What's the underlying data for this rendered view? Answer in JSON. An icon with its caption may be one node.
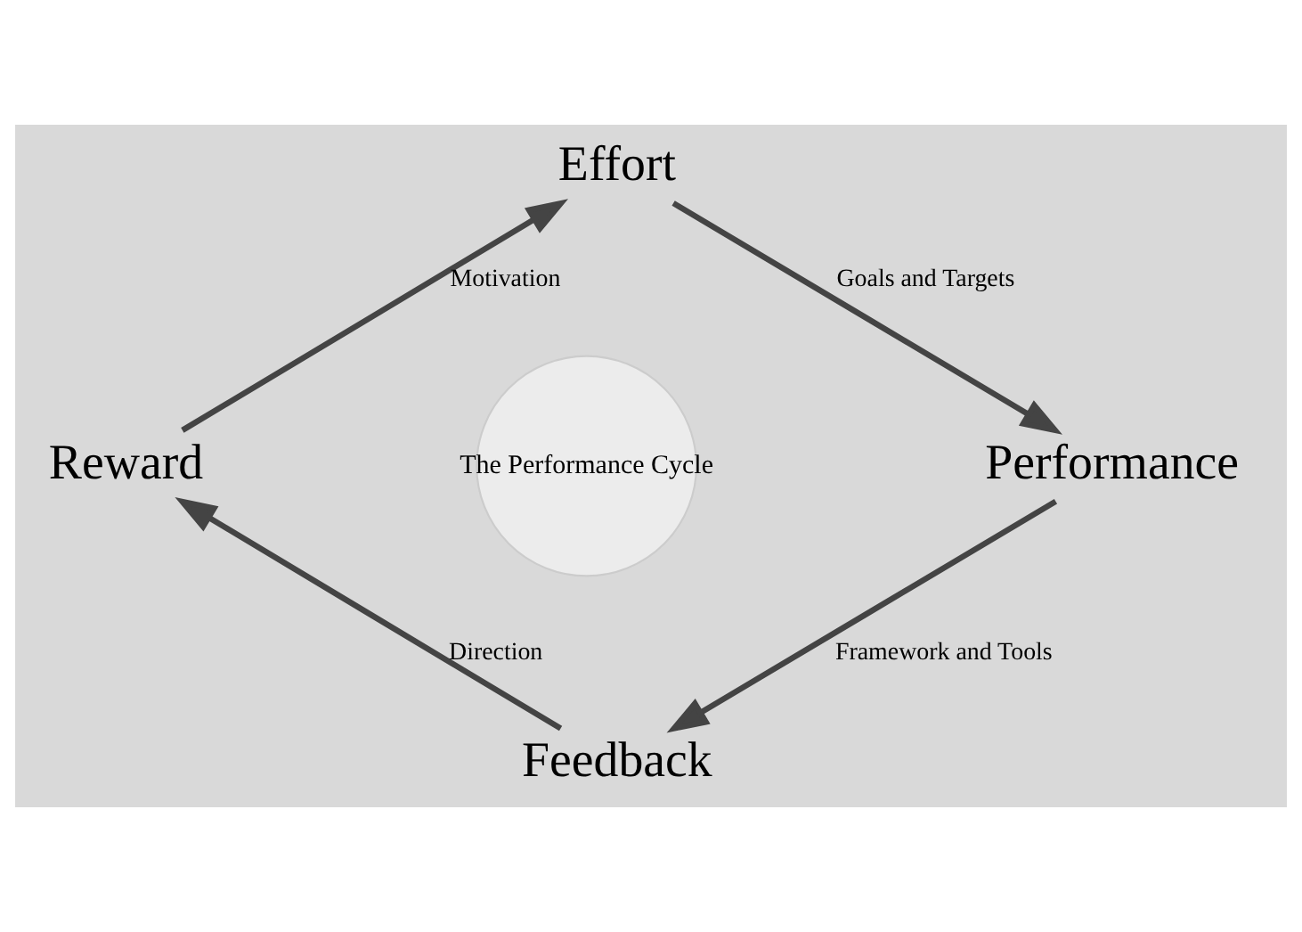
{
  "diagram": {
    "nodes": [
      {
        "text": [
          "Effort"
        ]
      },
      {
        "text": [
          "Performance"
        ]
      },
      {
        "text": [
          "Feedback"
        ]
      },
      {
        "text": [
          "Reward"
        ]
      },
      {
        "text": [
          "The Performance Cycle"
        ]
      }
    ],
    "edges": [
      {
        "from": 0,
        "to": 1,
        "arrow": "to",
        "label": "Goals and Targets"
      },
      {
        "from": 1,
        "to": 2,
        "arrow": "to",
        "label": "Framework and Tools"
      },
      {
        "from": 2,
        "to": 3,
        "arrow": "to",
        "label": "Direction"
      },
      {
        "from": 3,
        "to": 0,
        "arrow": "to",
        "label": "Motivation"
      }
    ]
  }
}
